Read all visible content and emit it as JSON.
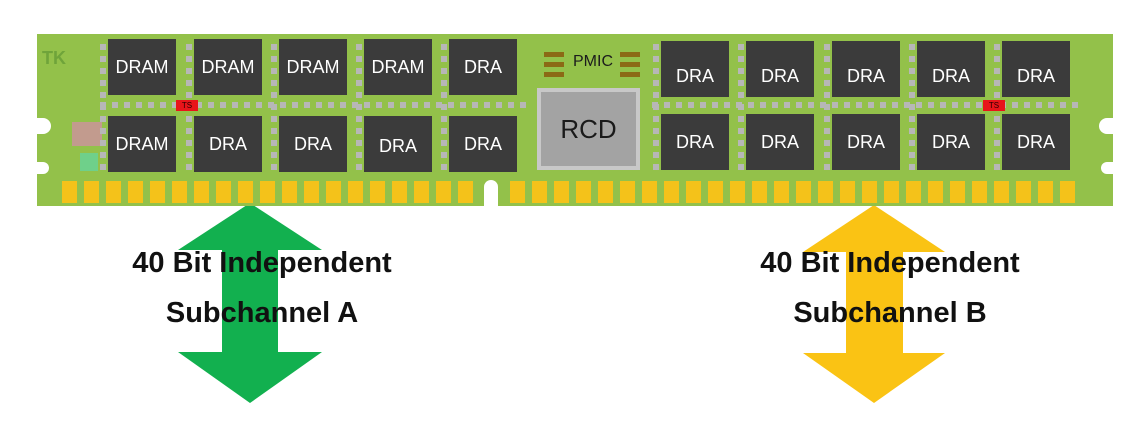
{
  "module": {
    "top_row_left": [
      "DRAM",
      "DRAM",
      "DRAM",
      "DRAM",
      "DRA"
    ],
    "top_row_right": [
      "DRA",
      "DRA",
      "DRA",
      "DRA",
      "DRA"
    ],
    "bottom_row_left": [
      "DRAM",
      "DRA",
      "DRA",
      "DRA",
      "DRA"
    ],
    "bottom_row_right": [
      "DRA",
      "DRA",
      "DRA",
      "DRA",
      "DRA"
    ],
    "pmic_label": "PMIC",
    "rcd_label": "RCD",
    "ts_label": "TS",
    "tk_label": "TK"
  },
  "subchannel_a": {
    "line1": "40 Bit Independent",
    "line2": "Subchannel A",
    "arrow_color": "#12b04f"
  },
  "subchannel_b": {
    "line1": "40 Bit Independent",
    "line2": "Subchannel B",
    "arrow_color": "#fac314"
  },
  "colors": {
    "board": "#93c14a",
    "chip": "#3b3b3b",
    "gold_finger": "#f4c21a",
    "rcd": "#a3a3a3",
    "thermal_sensor": "#e8141a"
  }
}
